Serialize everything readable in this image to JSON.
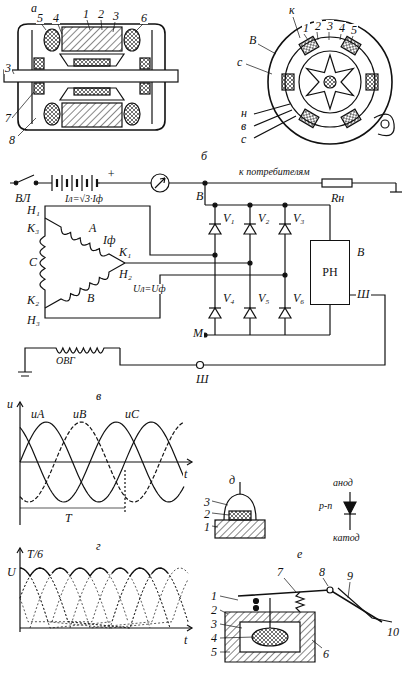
{
  "diagram": {
    "nodes": [
      {
        "text": [
          "РН"
        ]
      }
    ],
    "labels": [
      "а",
      "5",
      "4",
      "1",
      "2",
      "3",
      "6",
      "3",
      "7",
      "8",
      "1",
      "2",
      "3",
      "4",
      "5",
      "к",
      "В",
      "с",
      "н",
      "в",
      "с",
      "б",
      "ВЛ",
      "+",
      "к потребителям",
      "Rн",
      "В",
      "Iл=√3·Iф",
      "Н₁",
      "К₃",
      "С",
      "А",
      "Iф",
      "К₁",
      "Н₂",
      "В",
      "К₂",
      "Н₃",
      "Uл=Uф",
      "V₁",
      "V₂",
      "V₃",
      "V₄",
      "V₅",
      "V₆",
      "В",
      "Ш",
      "М",
      "ОВГ",
      "Ш",
      "в",
      "u",
      "uA",
      "uB",
      "uC",
      "t",
      "T",
      "г",
      "T/6",
      "U",
      "t",
      "д",
      "3",
      "2",
      "1",
      "анод",
      "p-n",
      "катод",
      "е",
      "1",
      "2",
      "3",
      "4",
      "5",
      "6",
      "7",
      "8",
      "9",
      "10"
    ]
  }
}
